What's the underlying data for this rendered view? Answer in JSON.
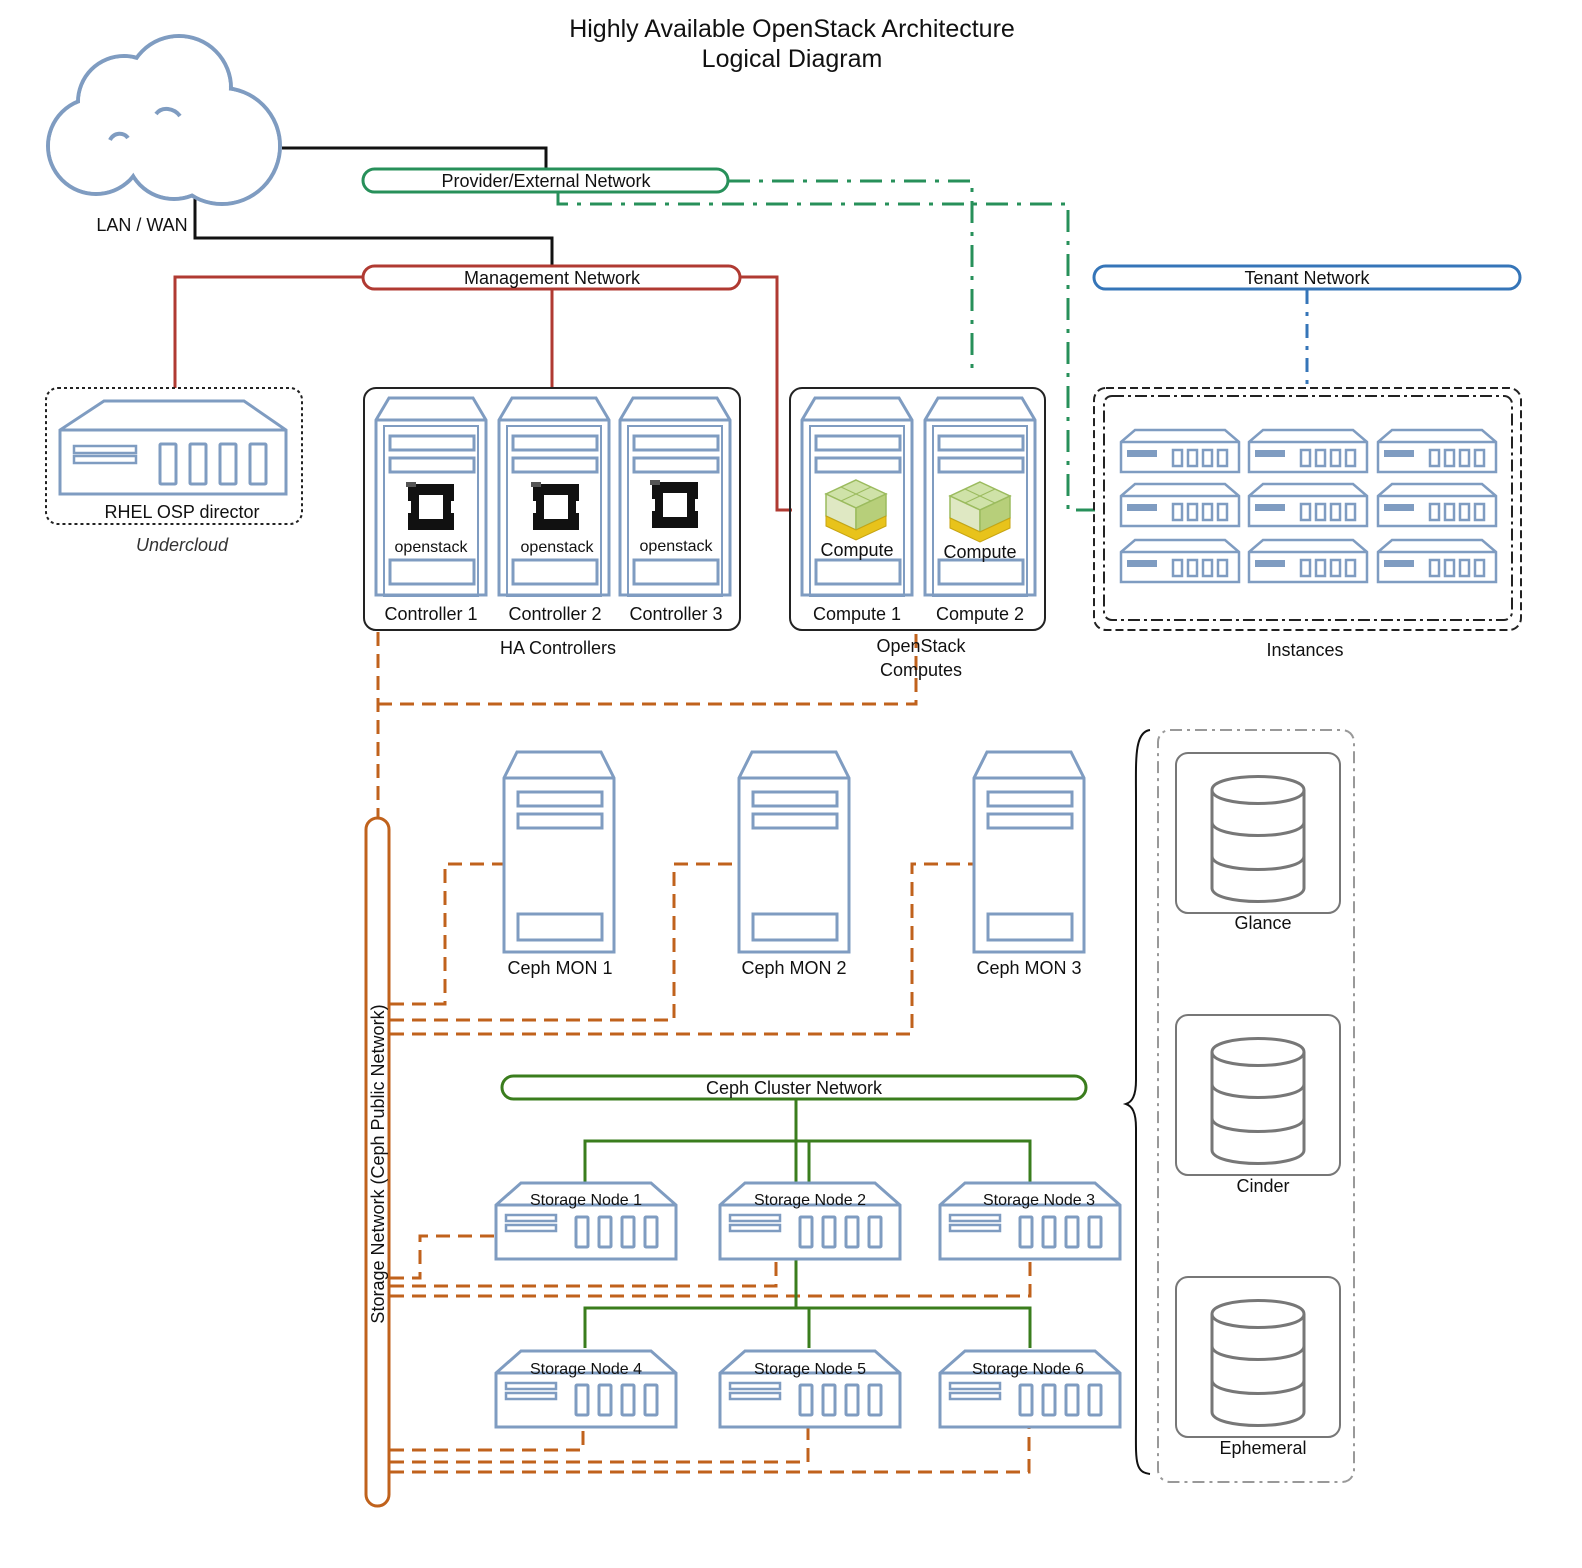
{
  "title": {
    "line1": "Highly Available OpenStack Architecture",
    "line2": "Logical Diagram"
  },
  "cloud": {
    "label": "LAN / WAN",
    "icon": "cloud-icon"
  },
  "networks": {
    "provider": "Provider/External Network",
    "management": "Management Network",
    "tenant": "Tenant Network",
    "ceph_cluster": "Ceph Cluster Network",
    "storage": "Storage Network (Ceph Public Network)"
  },
  "director": {
    "label": "RHEL OSP director",
    "group": "Undercloud"
  },
  "controllers": {
    "group": "HA Controllers",
    "logo_text": "openstack",
    "nodes": [
      "Controller 1",
      "Controller 2",
      "Controller 3"
    ]
  },
  "computes": {
    "group_line1": "OpenStack",
    "group_line2": "Computes",
    "badge": "Compute",
    "nodes": [
      "Compute 1",
      "Compute 2"
    ]
  },
  "instances": {
    "label": "Instances",
    "count": 9
  },
  "ceph_mons": [
    "Ceph MON 1",
    "Ceph MON 2",
    "Ceph MON 3"
  ],
  "storage_nodes": [
    "Storage Node 1",
    "Storage Node  2",
    "Storage Node  3",
    "Storage Node  4",
    "Storage Node 5",
    "Storage Node  6"
  ],
  "storage_services": [
    "Glance",
    "Cinder",
    "Ephemeral"
  ],
  "colors": {
    "provider": "#27905a",
    "management": "#b03a32",
    "tenant": "#3575b8",
    "ceph_cluster": "#3a7d1d",
    "storage": "#c0621c",
    "device": "#7f9cc1",
    "uplink": "#111111"
  }
}
